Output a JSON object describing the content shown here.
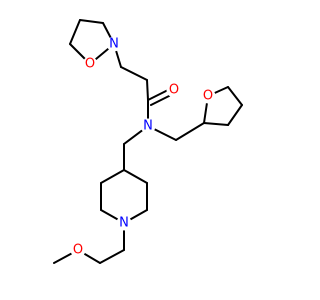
{
  "molecule": {
    "atoms": [
      {
        "id": "n_ring_isox",
        "element": "N",
        "label": "N",
        "color": "#0000ff"
      },
      {
        "id": "o_ring_isox",
        "element": "O",
        "label": "O",
        "color": "#ff0000"
      },
      {
        "id": "o_carbonyl",
        "element": "O",
        "label": "O",
        "color": "#ff0000"
      },
      {
        "id": "n_amide",
        "element": "N",
        "label": "N",
        "color": "#0000ff"
      },
      {
        "id": "o_thf",
        "element": "O",
        "label": "O",
        "color": "#ff0000"
      },
      {
        "id": "n_piperidine",
        "element": "N",
        "label": "N",
        "color": "#0000ff"
      },
      {
        "id": "o_methoxy",
        "element": "O",
        "label": "O",
        "color": "#ff0000"
      }
    ]
  }
}
